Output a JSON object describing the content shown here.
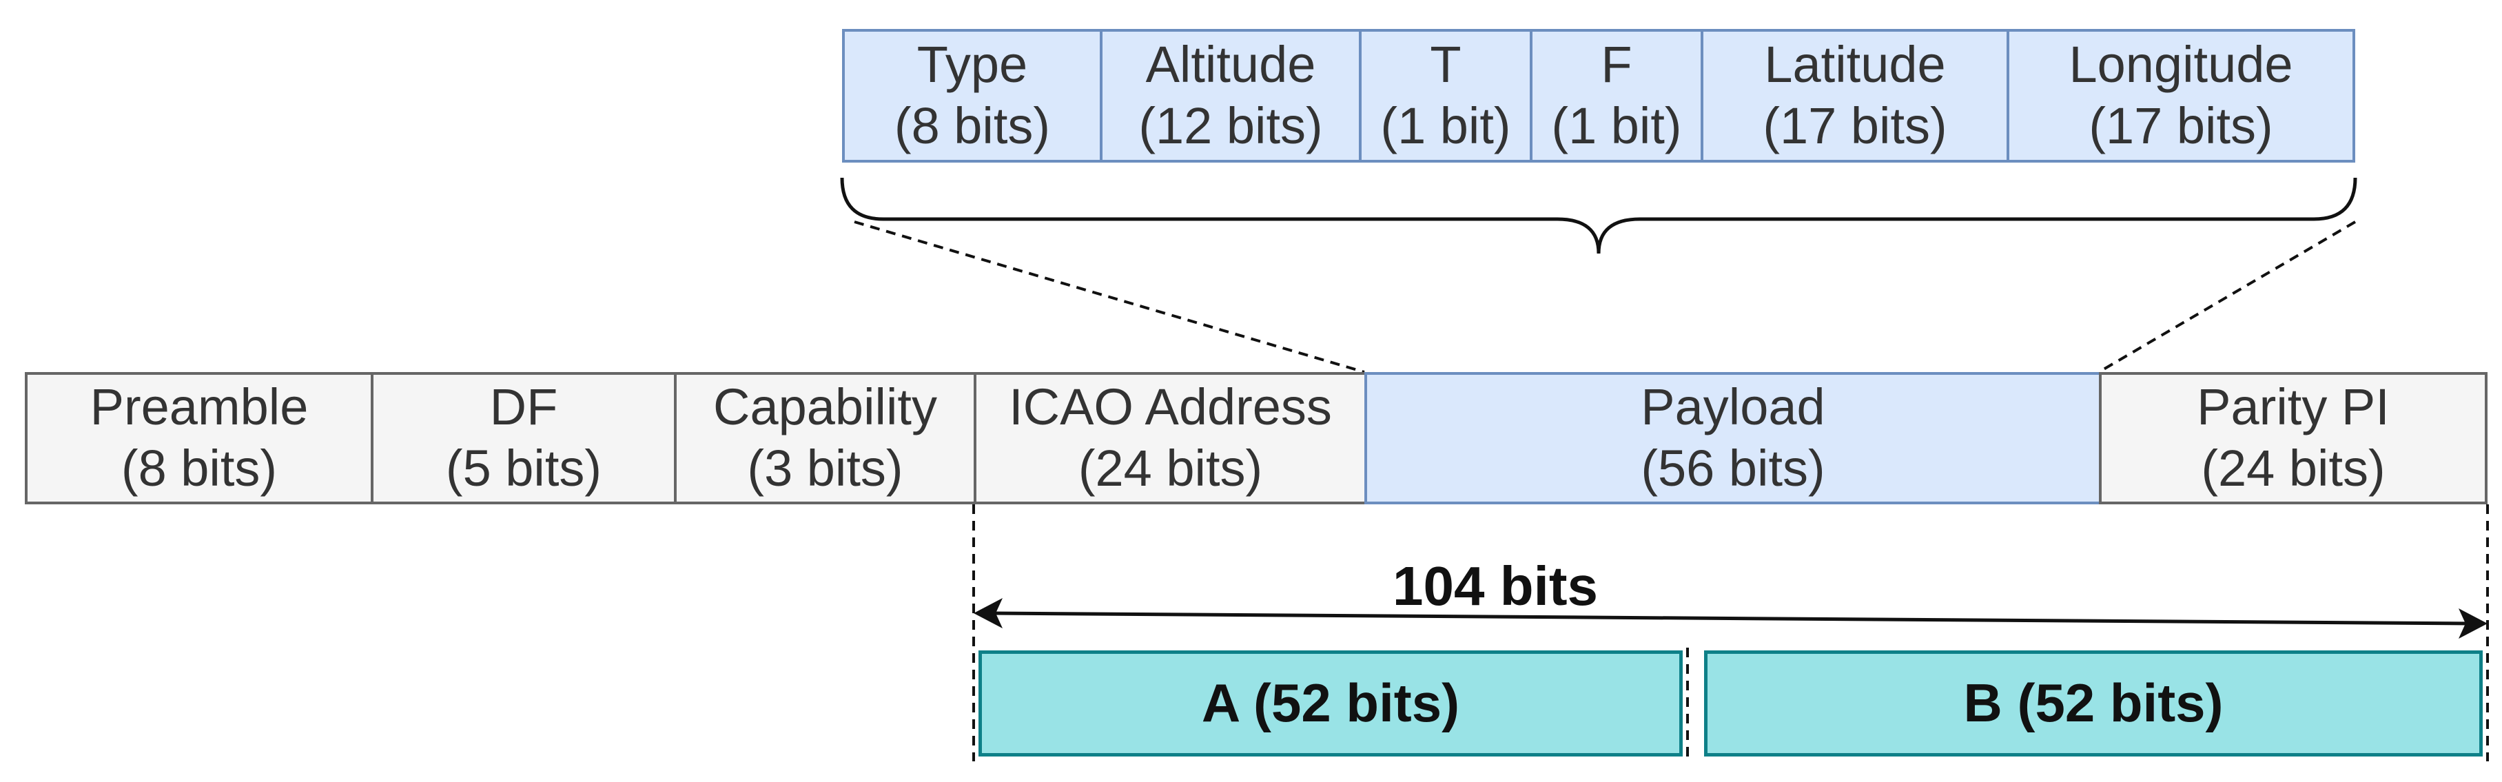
{
  "payload_fields": [
    {
      "name": "Type",
      "size": "(8 bits)"
    },
    {
      "name": "Altitude",
      "size": "(12 bits)"
    },
    {
      "name": "T",
      "size": "(1 bit)"
    },
    {
      "name": "F",
      "size": "(1 bit)"
    },
    {
      "name": "Latitude",
      "size": "(17 bits)"
    },
    {
      "name": "Longitude",
      "size": "(17 bits)"
    }
  ],
  "message_fields": [
    {
      "name": "Preamble",
      "size": "(8 bits)"
    },
    {
      "name": "DF",
      "size": "(5 bits)"
    },
    {
      "name": "Capability",
      "size": "(3 bits)"
    },
    {
      "name": "ICAO Address",
      "size": "(24 bits)"
    },
    {
      "name": "Payload",
      "size": "(56 bits)"
    },
    {
      "name": "Parity PI",
      "size": "(24 bits)"
    }
  ],
  "span_label": "104 bits",
  "halves": [
    {
      "label": "A (52 bits)"
    },
    {
      "label": "B (52 bits)"
    }
  ],
  "colors": {
    "payload_fill": "#dae8fc",
    "payload_stroke": "#6c8ebf",
    "message_fill": "#f5f5f5",
    "message_stroke": "#666666",
    "half_fill": "#99e3e6",
    "half_stroke": "#0e8088"
  }
}
